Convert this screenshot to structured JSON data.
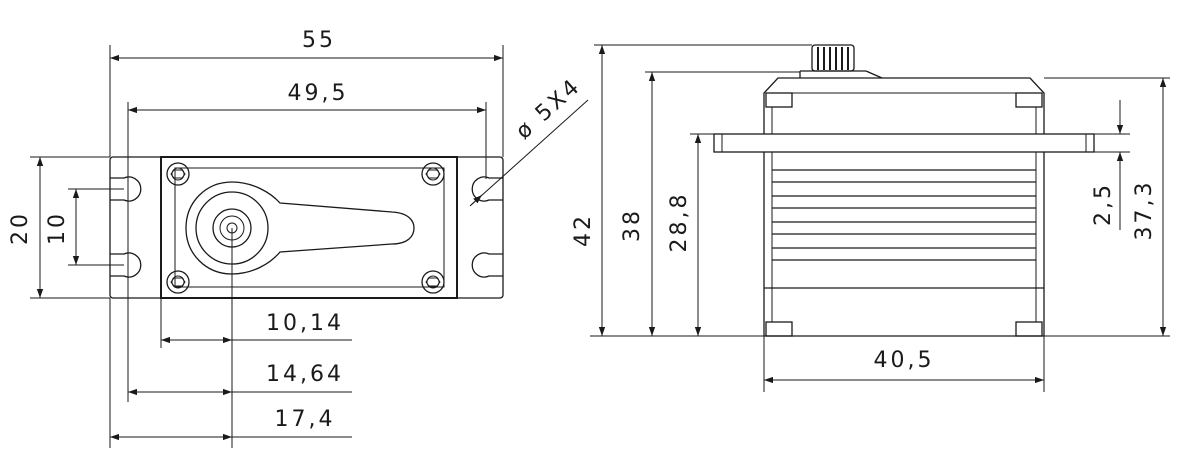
{
  "front_view": {
    "overall_width": "55",
    "hole_spacing": "49,5",
    "hole_spec": "ø 5X4",
    "overall_height": "20",
    "hole_vertical_spacing": "10",
    "shaft_offset_1": "10,14",
    "shaft_offset_2": "14,64",
    "shaft_offset_3": "17,4"
  },
  "side_view": {
    "total_height": "42",
    "body_height": "38",
    "lower_height": "28,8",
    "flange_thickness": "2,5",
    "height_to_top": "37,3",
    "body_width": "40,5"
  },
  "colors": {
    "line": "#1a1a1a",
    "background": "#ffffff"
  }
}
